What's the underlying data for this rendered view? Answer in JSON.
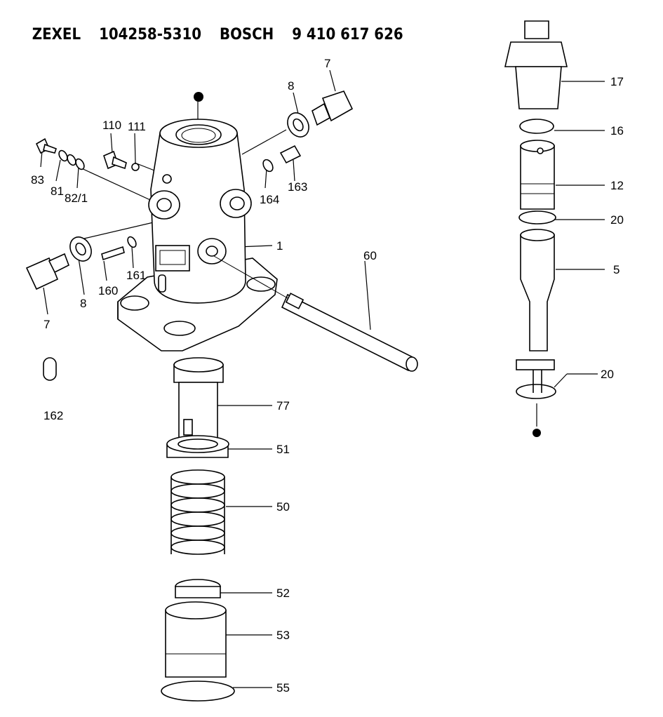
{
  "header": {
    "brand1": "ZEXEL",
    "number1": "104258-5310",
    "brand2": "BOSCH",
    "number2": "9 410 617 626"
  },
  "callouts": {
    "c7a": "7",
    "c8a": "8",
    "c110": "110",
    "c111": "111",
    "c83": "83",
    "c81": "81",
    "c821": "82/1",
    "c164": "164",
    "c163": "163",
    "c1": "1",
    "c160": "160",
    "c161": "161",
    "c8b": "8",
    "c7b": "7",
    "c60": "60",
    "c162": "162",
    "c77": "77",
    "c51": "51",
    "c50": "50",
    "c52": "52",
    "c53": "53",
    "c55": "55",
    "c17": "17",
    "c16": "16",
    "c12": "12",
    "c20a": "20",
    "c5": "5",
    "c20b": "20"
  }
}
